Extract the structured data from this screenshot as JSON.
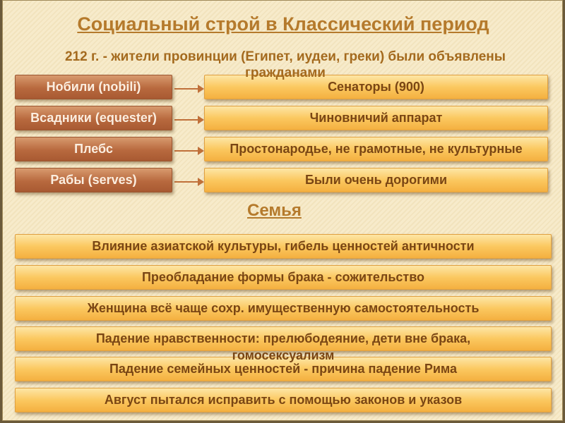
{
  "title": "Социальный строй в Классический период",
  "subtitle": "212 г. - жители провинции (Египет, иудеи, греки) были объявлены гражданами",
  "classes": [
    {
      "left": "Нобили (nobili)",
      "right": "Сенаторы (900)"
    },
    {
      "left": "Всадники (equester)",
      "right": "Чиновничий аппарат"
    },
    {
      "left": "Плебс",
      "right": "Простонародье, не грамотные, не культурные"
    },
    {
      "left": "Рабы (serves)",
      "right": "Были очень дорогими"
    }
  ],
  "family_heading": "Семья",
  "family_items": [
    "Влияние азиатской культуры, гибель ценностей античности",
    "Преобладание формы брака - сожительство",
    "Женщина всё чаще сохр. имущественную самостоятельность",
    "Падение нравственности: прелюбодеяние, дети вне брака, гомосексуализм",
    "Падение семейных ценностей - причина падение Рима",
    "Август пытался исправить с помощью законов и указов"
  ],
  "colors": {
    "title": "#b57a2c",
    "left_box": "#b8693e",
    "right_box": "#fbc860",
    "text_dark": "#7a4614"
  }
}
